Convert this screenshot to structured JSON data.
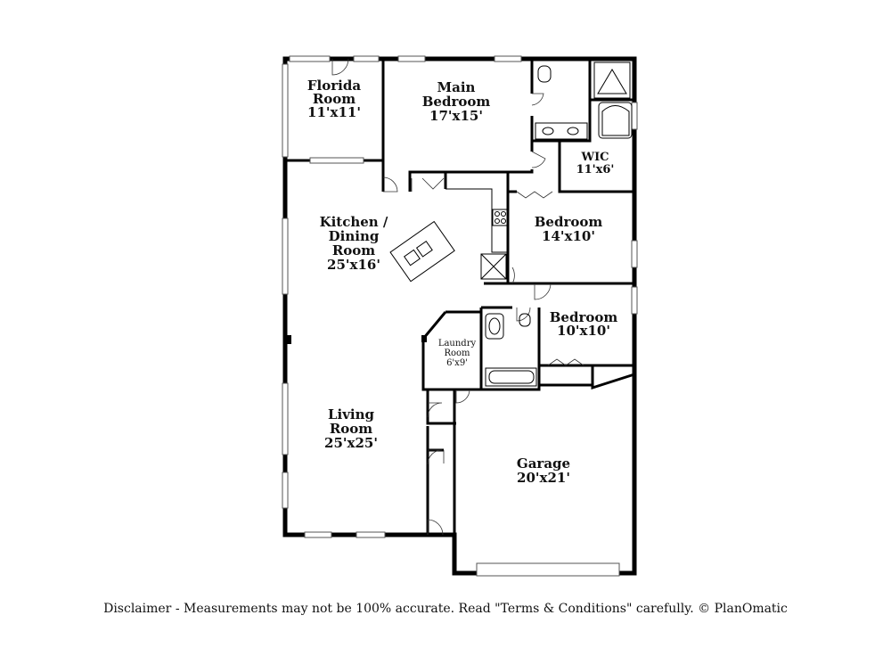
{
  "rooms": {
    "florida": {
      "name": "Florida Room",
      "line1": "Florida",
      "line2": "Room",
      "size": "11'x11'"
    },
    "main_bedroom": {
      "line1": "Main",
      "line2": "Bedroom",
      "size": "17'x15'"
    },
    "wic": {
      "name": "WIC",
      "size": "11'x6'"
    },
    "kitchen": {
      "line1": "Kitchen /",
      "line2": "Dining",
      "line3": "Room",
      "size": "25'x16'"
    },
    "bedroom2": {
      "name": "Bedroom",
      "size": "14'x10'"
    },
    "bedroom3": {
      "name": "Bedroom",
      "size": "10'x10'"
    },
    "laundry": {
      "line1": "Laundry",
      "line2": "Room",
      "size": "6'x9'"
    },
    "living": {
      "line1": "Living",
      "line2": "Room",
      "size": "25'x25'"
    },
    "garage": {
      "name": "Garage",
      "size": "20'x21'"
    }
  },
  "footer": {
    "disclaimer": "Disclaimer - Measurements may not be 100% accurate. Read \"Terms & Conditions\" carefully. © PlanOmatic"
  }
}
